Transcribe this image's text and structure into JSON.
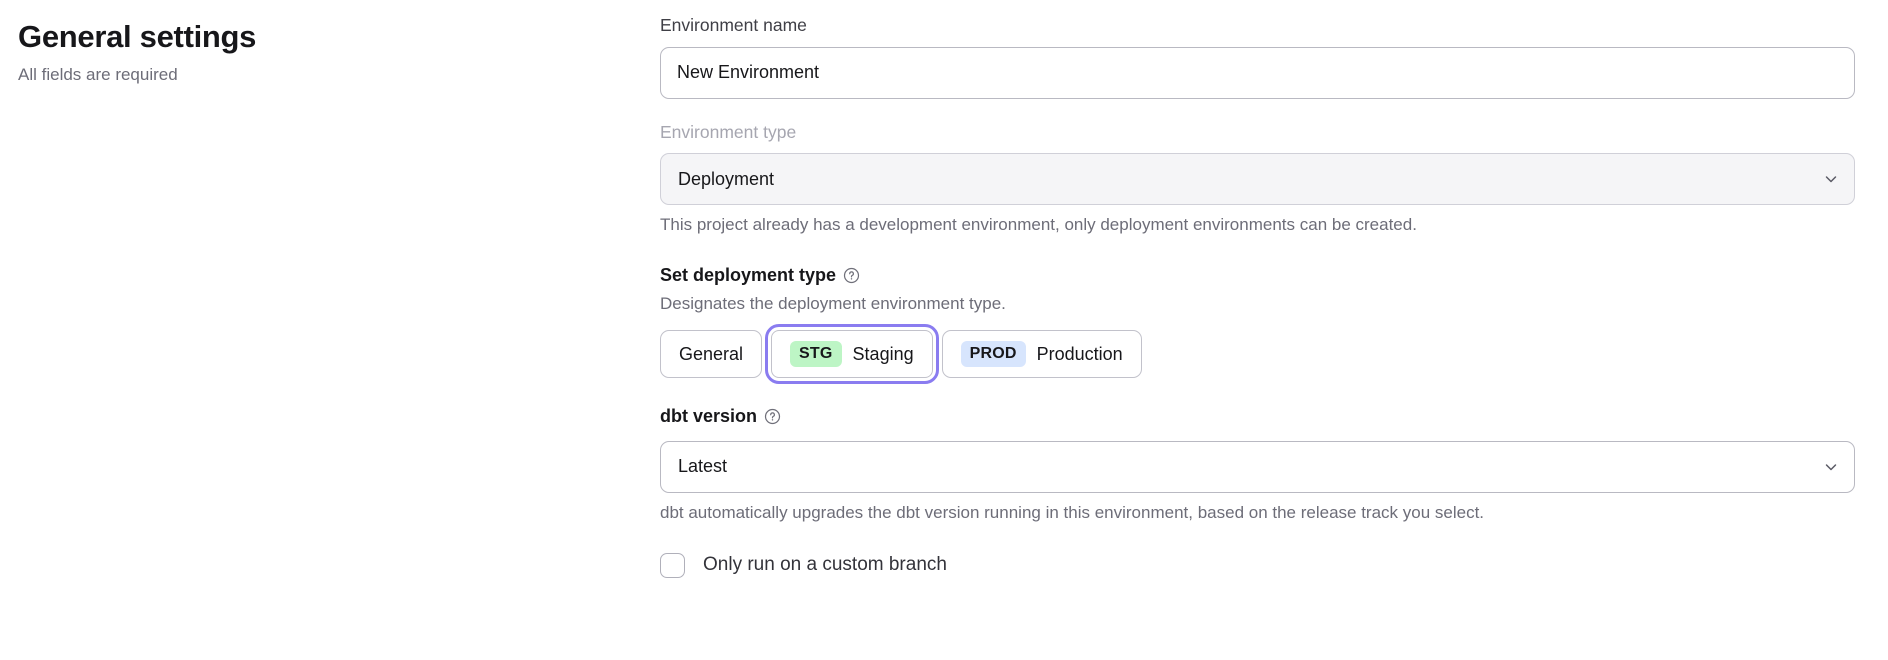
{
  "header": {
    "title": "General settings",
    "subtitle": "All fields are required"
  },
  "form": {
    "environment_name": {
      "label": "Environment name",
      "value": "New Environment",
      "placeholder": "Environment name"
    },
    "environment_type": {
      "label": "Environment type",
      "value": "Deployment",
      "disabled": true,
      "help": "This project already has a development environment, only deployment environments can be created.",
      "chevron_icon": "chevron-down-icon"
    },
    "deployment_type": {
      "label": "Set deployment type",
      "help_icon": "question-circle-icon",
      "description": "Designates the deployment environment type.",
      "options": [
        {
          "badge": "",
          "label": "General",
          "badge_bg": "",
          "selected": false
        },
        {
          "badge": "STG",
          "label": "Staging",
          "badge_bg": "#bdf5c5",
          "selected": true
        },
        {
          "badge": "PROD",
          "label": "Production",
          "badge_bg": "#d7e5fd",
          "selected": false
        }
      ]
    },
    "dbt_version": {
      "label": "dbt version",
      "help_icon": "question-circle-icon",
      "value": "Latest",
      "help": "dbt automatically upgrades the dbt version running in this environment, based on the release track you select.",
      "chevron_icon": "chevron-down-icon"
    },
    "custom_branch": {
      "label": "Only run on a custom branch",
      "checked": false
    }
  },
  "colors": {
    "focus_ring": "#8a7cf0",
    "staging_badge": "#bdf5c5",
    "production_badge": "#d7e5fd",
    "muted_text": "#6d6d78"
  }
}
